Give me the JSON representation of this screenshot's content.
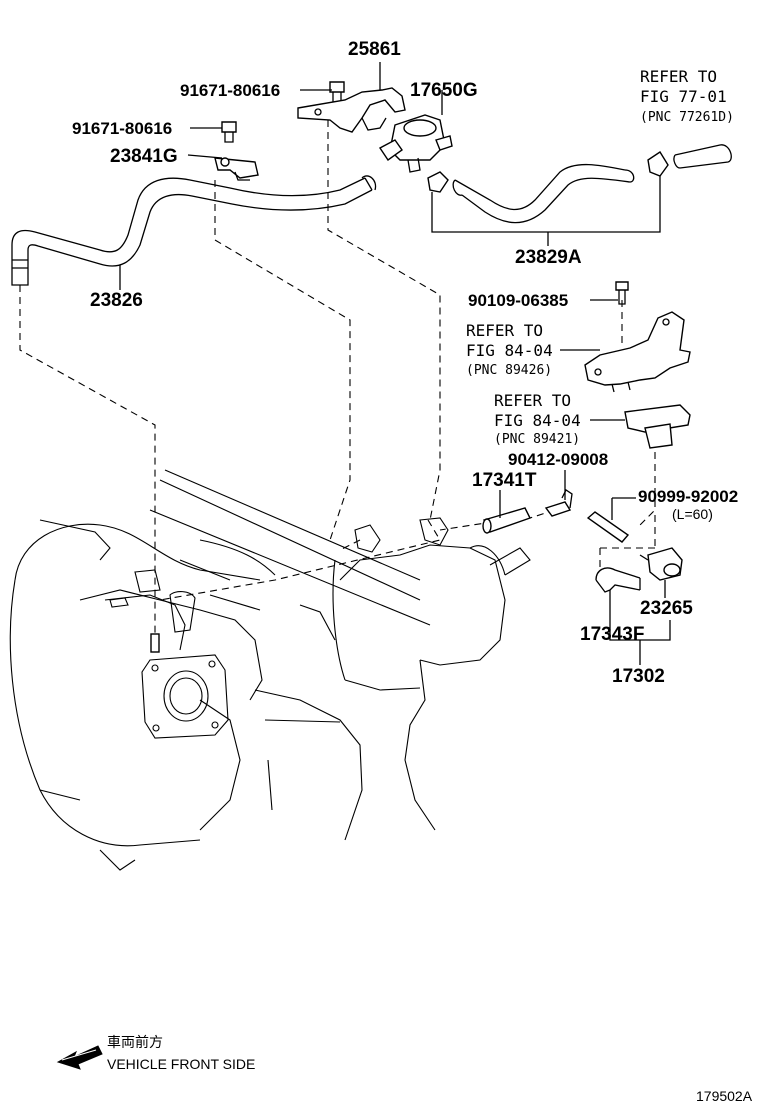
{
  "labels": {
    "p25861": "25861",
    "p91671a": "91671-80616",
    "p17650g": "17650G",
    "p91671b": "91671-80616",
    "p23841g": "23841G",
    "p23826": "23826",
    "p23829a": "23829A",
    "p90109": "90109-06385",
    "p90412": "90412-09008",
    "p17341t": "17341T",
    "p90999": "90999-92002",
    "p90999_len": "(L=60)",
    "p23265": "23265",
    "p17343f": "17343F",
    "p17302": "17302"
  },
  "refs": {
    "r1_line1": "REFER TO",
    "r1_line2": "FIG 77-01",
    "r1_line3": "(PNC 77261D)",
    "r2_line1": "REFER TO",
    "r2_line2": "FIG 84-04",
    "r2_line3": "(PNC 89426)",
    "r3_line1": "REFER TO",
    "r3_line2": "FIG 84-04",
    "r3_line3": "(PNC 89421)"
  },
  "legend": {
    "japanese": "車両前方",
    "english": "VEHICLE FRONT SIDE"
  },
  "figure_id": "179502A"
}
